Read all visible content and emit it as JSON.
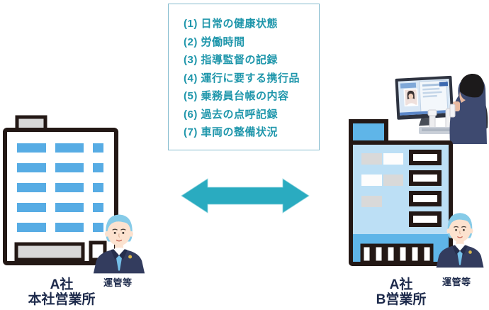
{
  "info_box": {
    "items": [
      "(1) 日常の健康状態",
      "(2) 労働時間",
      "(3) 指導監督の記録",
      "(4) 運行に要する携行品",
      "(5) 乗務員台帳の内容",
      "(6) 過去の点呼記録",
      "(7) 車両の整備状況"
    ]
  },
  "left_site": {
    "company": "A社",
    "office": "本社営業所",
    "person_label": "運管等"
  },
  "right_site": {
    "company": "A社",
    "office": "B営業所",
    "person_label": "運管等"
  },
  "icons": {
    "arrow": "double-headed-arrow",
    "left_building": "head-office-building",
    "right_building": "branch-office-building",
    "persons": "operations-manager-figure",
    "photo": "remote-rollcall-photo"
  },
  "colors": {
    "accent_teal": "#2AABC0",
    "list_text": "#1E96AB",
    "box_border": "#86BCCF",
    "label_navy": "#1D2A4B",
    "window_blue": "#57ACE4",
    "building_outline": "#231815",
    "right_body_blue": "#BCDFF5",
    "right_band_blue": "#5FB5E8",
    "roof_gray": "#D8D8D8",
    "suit_navy": "#333C5E",
    "hair_blue": "#86CBE8",
    "skin": "#FCE2CF",
    "tie_blue": "#74BFE8"
  }
}
